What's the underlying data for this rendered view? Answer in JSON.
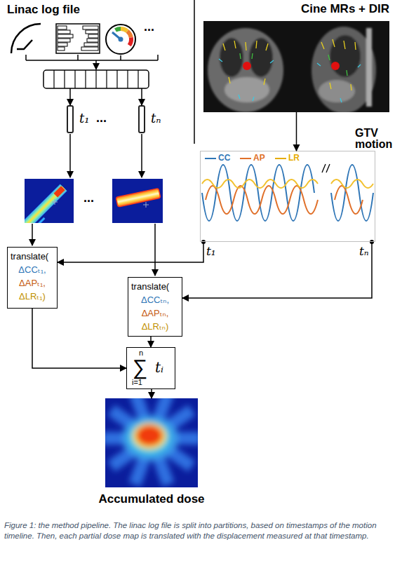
{
  "diagram": {
    "caption": "Figure 1: the method pipeline. The linac log file is split into partitions, based on timestamps of the motion timeline. Then, each partial dose map is translated with the displacement measured at that timestamp.",
    "nodes": [
      {
        "text": [
          "Linac log file",
          "..."
        ]
      },
      {
        "text": [
          "t₁"
        ]
      },
      {
        "text": [
          "tₙ"
        ]
      },
      {
        "text": [
          "translate(",
          "ΔCCₜ₁,",
          "ΔAPₜ₁,",
          "ΔLRₜ₁)"
        ]
      },
      {
        "text": [
          "translate(",
          "ΔCCₜₙ,",
          "ΔAPₜₙ,",
          "ΔLRₜₙ)"
        ]
      },
      {
        "text": [
          "n",
          "∑",
          "i=1",
          "tᵢ"
        ]
      },
      {
        "text": [
          "Accumulated dose"
        ]
      },
      {
        "text": [
          "GTV motion",
          "t₁",
          "tₙ"
        ]
      },
      {
        "text": [
          "Cine MRs + DIR"
        ]
      }
    ],
    "edges": [
      {
        "from": 0,
        "to": 1,
        "arrow": "to"
      },
      {
        "from": 0,
        "to": 2,
        "arrow": "to"
      },
      {
        "from": 8,
        "to": 7,
        "arrow": "to"
      },
      {
        "from": 7,
        "to": 3,
        "arrow": "to"
      },
      {
        "from": 7,
        "to": 4,
        "arrow": "to"
      },
      {
        "from": 3,
        "to": 5,
        "arrow": "to"
      },
      {
        "from": 4,
        "to": 5,
        "arrow": "to"
      },
      {
        "from": 5,
        "to": 6,
        "arrow": "to"
      }
    ],
    "labels": [
      "...",
      "..."
    ],
    "legend": [
      {
        "text": "CC"
      },
      {
        "text": "AP"
      },
      {
        "text": "LR"
      }
    ]
  }
}
